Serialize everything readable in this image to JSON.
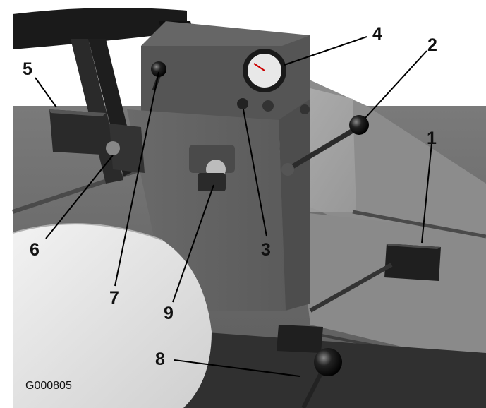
{
  "callouts": {
    "c1": "1",
    "c2": "2",
    "c3": "3",
    "c4": "4",
    "c5": "5",
    "c6": "6",
    "c7": "7",
    "c8": "8",
    "c9": "9"
  },
  "figure_id": "G000805"
}
